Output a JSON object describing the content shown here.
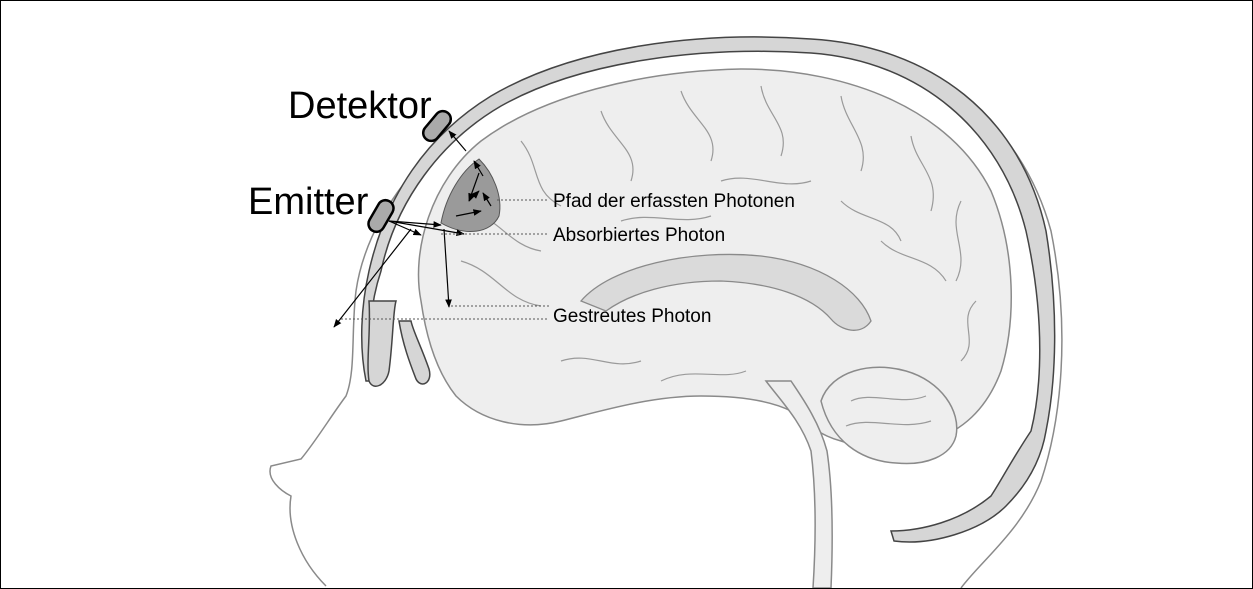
{
  "labels": {
    "detector": "Detektor",
    "emitter": "Emitter",
    "detected_path": "Pfad der erfassten Photonen",
    "absorbed_photon": "Absorbiertes Photon",
    "scattered_photon": "Gestreutes Photon"
  },
  "colors": {
    "outline": "#8a8a8a",
    "brain_fill": "#eeeeee",
    "skull_fill": "#d6d6d6",
    "banana_fill": "#9a9a9a",
    "ink": "#000000"
  }
}
